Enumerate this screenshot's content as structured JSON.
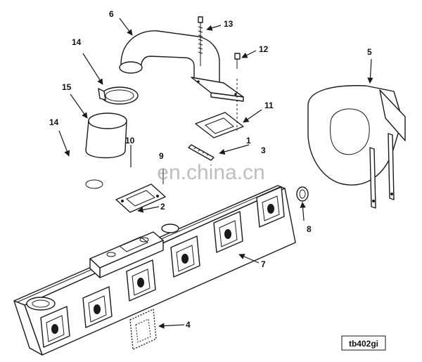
{
  "diagram": {
    "callouts": [
      "6",
      "13",
      "14",
      "12",
      "5",
      "15",
      "11",
      "14",
      "10",
      "1",
      "3",
      "9",
      "2",
      "8",
      "7",
      "4"
    ],
    "reference_code": "tb402gi",
    "watermark": "en.china.cn"
  }
}
